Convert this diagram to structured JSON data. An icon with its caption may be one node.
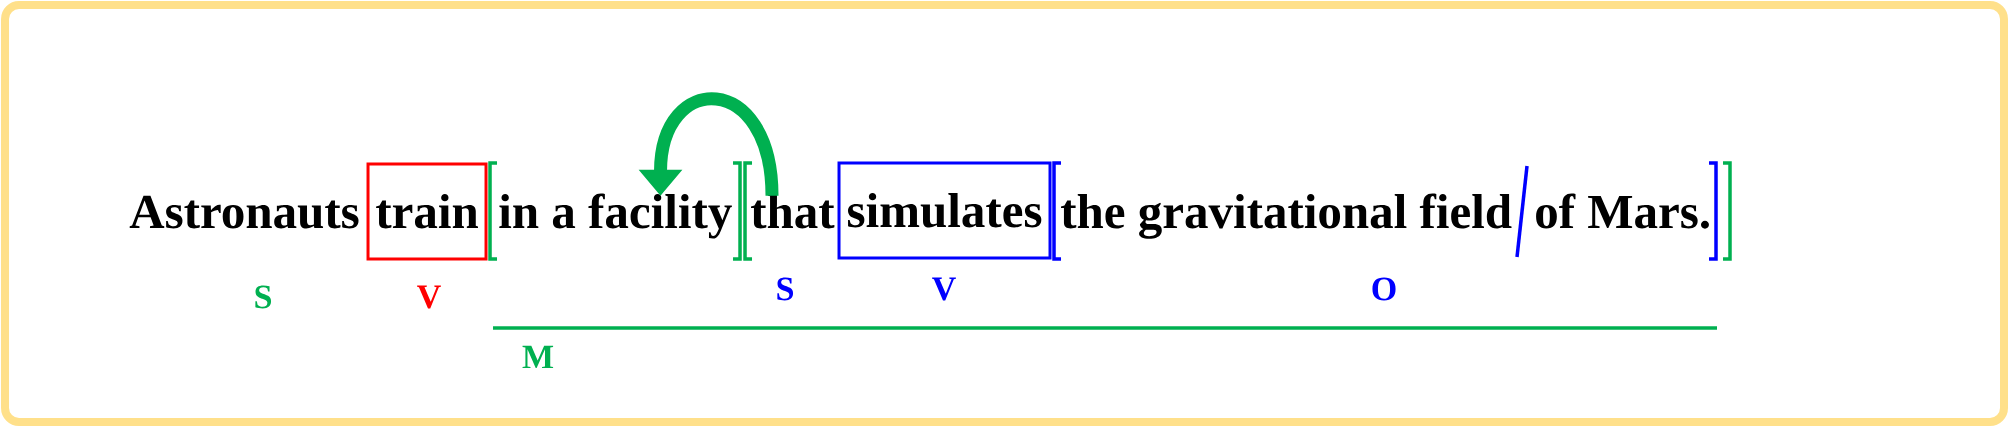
{
  "diagram": {
    "nodes": [
      {
        "text": [
          "train"
        ]
      },
      {
        "text": [
          "in a facility"
        ]
      },
      {
        "text": [
          "that"
        ]
      },
      {
        "text": [
          "simulates"
        ]
      }
    ],
    "edges": [
      {
        "from": 2,
        "to": 1,
        "arrow": "to",
        "color": "#00b050"
      }
    ],
    "labels": [
      "Astronauts",
      "the gravitational field",
      "of Mars.",
      "S",
      "V",
      "S",
      "V",
      "O",
      "M"
    ]
  }
}
